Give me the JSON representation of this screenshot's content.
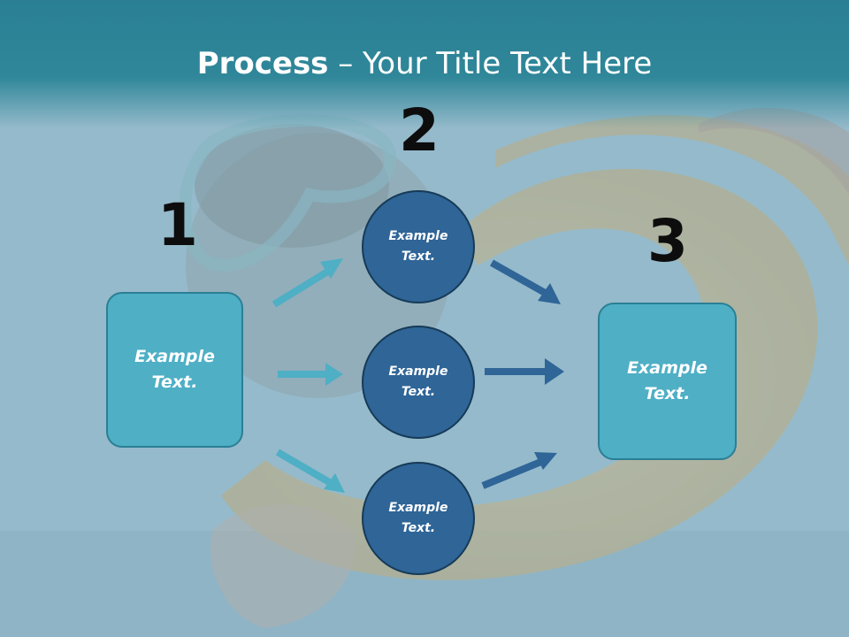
{
  "title": {
    "bold": "Process",
    "rest": " – Your Title Text Here"
  },
  "steps": {
    "one": "1",
    "two": "2",
    "three": "3"
  },
  "left_box": {
    "label": "Example\nText."
  },
  "circles": [
    {
      "label": "Example\nText."
    },
    {
      "label": "Example\nText."
    },
    {
      "label": "Example\nText."
    }
  ],
  "right_box": {
    "label": "Example\nText."
  },
  "colors": {
    "header": "#2a7f94",
    "box": "#4eafc5",
    "circle": "#2f6597",
    "arrow_light": "#4eafc5",
    "arrow_dark": "#2f6597"
  }
}
